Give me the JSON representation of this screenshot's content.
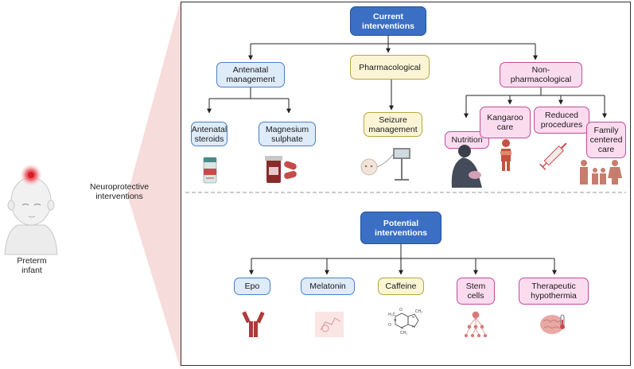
{
  "left": {
    "infant_label": "Preterm\ninfant",
    "neuro_label": "Neuroprotective\ninterventions"
  },
  "current": {
    "title": "Current\ninterventions",
    "branches": {
      "antenatal": {
        "label": "Antenatal\nmanagement",
        "children": [
          "Antenatal\nsteroids",
          "Magnesium\nsulphate"
        ]
      },
      "pharmacological": {
        "label": "Pharmacological",
        "children": [
          "Seizure\nmanagement"
        ]
      },
      "nonpharm": {
        "label": "Non-\npharmacological",
        "children": [
          "Nutrition",
          "Kangaroo\ncare",
          "Reduced\nprocedures",
          "Family\ncentered\ncare"
        ]
      }
    }
  },
  "potential": {
    "title": "Potential\ninterventions",
    "items": [
      "Epo",
      "Melatonin",
      "Caffeine",
      "Stem\ncells",
      "Therapeutic\nhypothermia"
    ]
  },
  "molecule_text": {
    "h3c_top": "H₃C",
    "ch3_bottom": "CH₃",
    "ch3_right": "CH₃",
    "o_top": "O",
    "o_left": "O",
    "n1": "N",
    "n2": "N",
    "n3": "N",
    "n4": "N"
  },
  "colors": {
    "dark_blue": "#3a6fc4",
    "light_blue": "#deebf8",
    "yellow": "#fbf5d6",
    "pink": "#fbdcef",
    "icon_red": "#b03a3a",
    "wedge": "#f6d9d9"
  }
}
